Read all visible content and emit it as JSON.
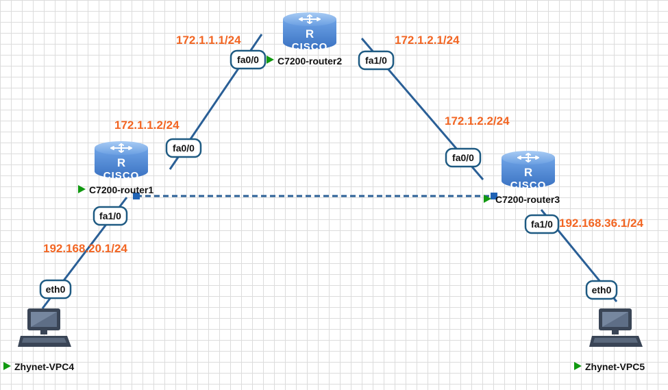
{
  "colors": {
    "link": "#2a5f96",
    "ip_label": "#f26522",
    "router_body": "#4a86d4",
    "run_marker": "#119911"
  },
  "routers": {
    "r1": {
      "name": "C7200-router1",
      "logo_letter": "R",
      "logo_text": "CISCO",
      "icon": "router-icon"
    },
    "r2": {
      "name": "C7200-router2",
      "logo_letter": "R",
      "logo_text": "CISCO",
      "icon": "router-icon"
    },
    "r3": {
      "name": "C7200-router3",
      "logo_letter": "R",
      "logo_text": "CISCO",
      "icon": "router-icon"
    }
  },
  "hosts": {
    "vpc4": {
      "name": "Zhynet-VPC4",
      "icon": "pc-icon"
    },
    "vpc5": {
      "name": "Zhynet-VPC5",
      "icon": "pc-icon"
    }
  },
  "ports": {
    "r2_fa0_0": "fa0/0",
    "r2_fa1_0": "fa1/0",
    "r1_fa0_0": "fa0/0",
    "r1_fa1_0": "fa1/0",
    "r3_fa0_0": "fa0/0",
    "r3_fa1_0": "fa1/0",
    "vpc4_eth0": "eth0",
    "vpc5_eth0": "eth0"
  },
  "ip_labels": {
    "r2_fa0_0": "172.1.1.1/24",
    "r2_fa1_0": "172.1.2.1/24",
    "r1_fa0_0": "172.1.1.2/24",
    "r3_fa0_0": "172.1.2.2/24",
    "r1_fa1_0": "192.168.20.1/24",
    "r3_fa1_0": "192.168.36.1/24"
  }
}
